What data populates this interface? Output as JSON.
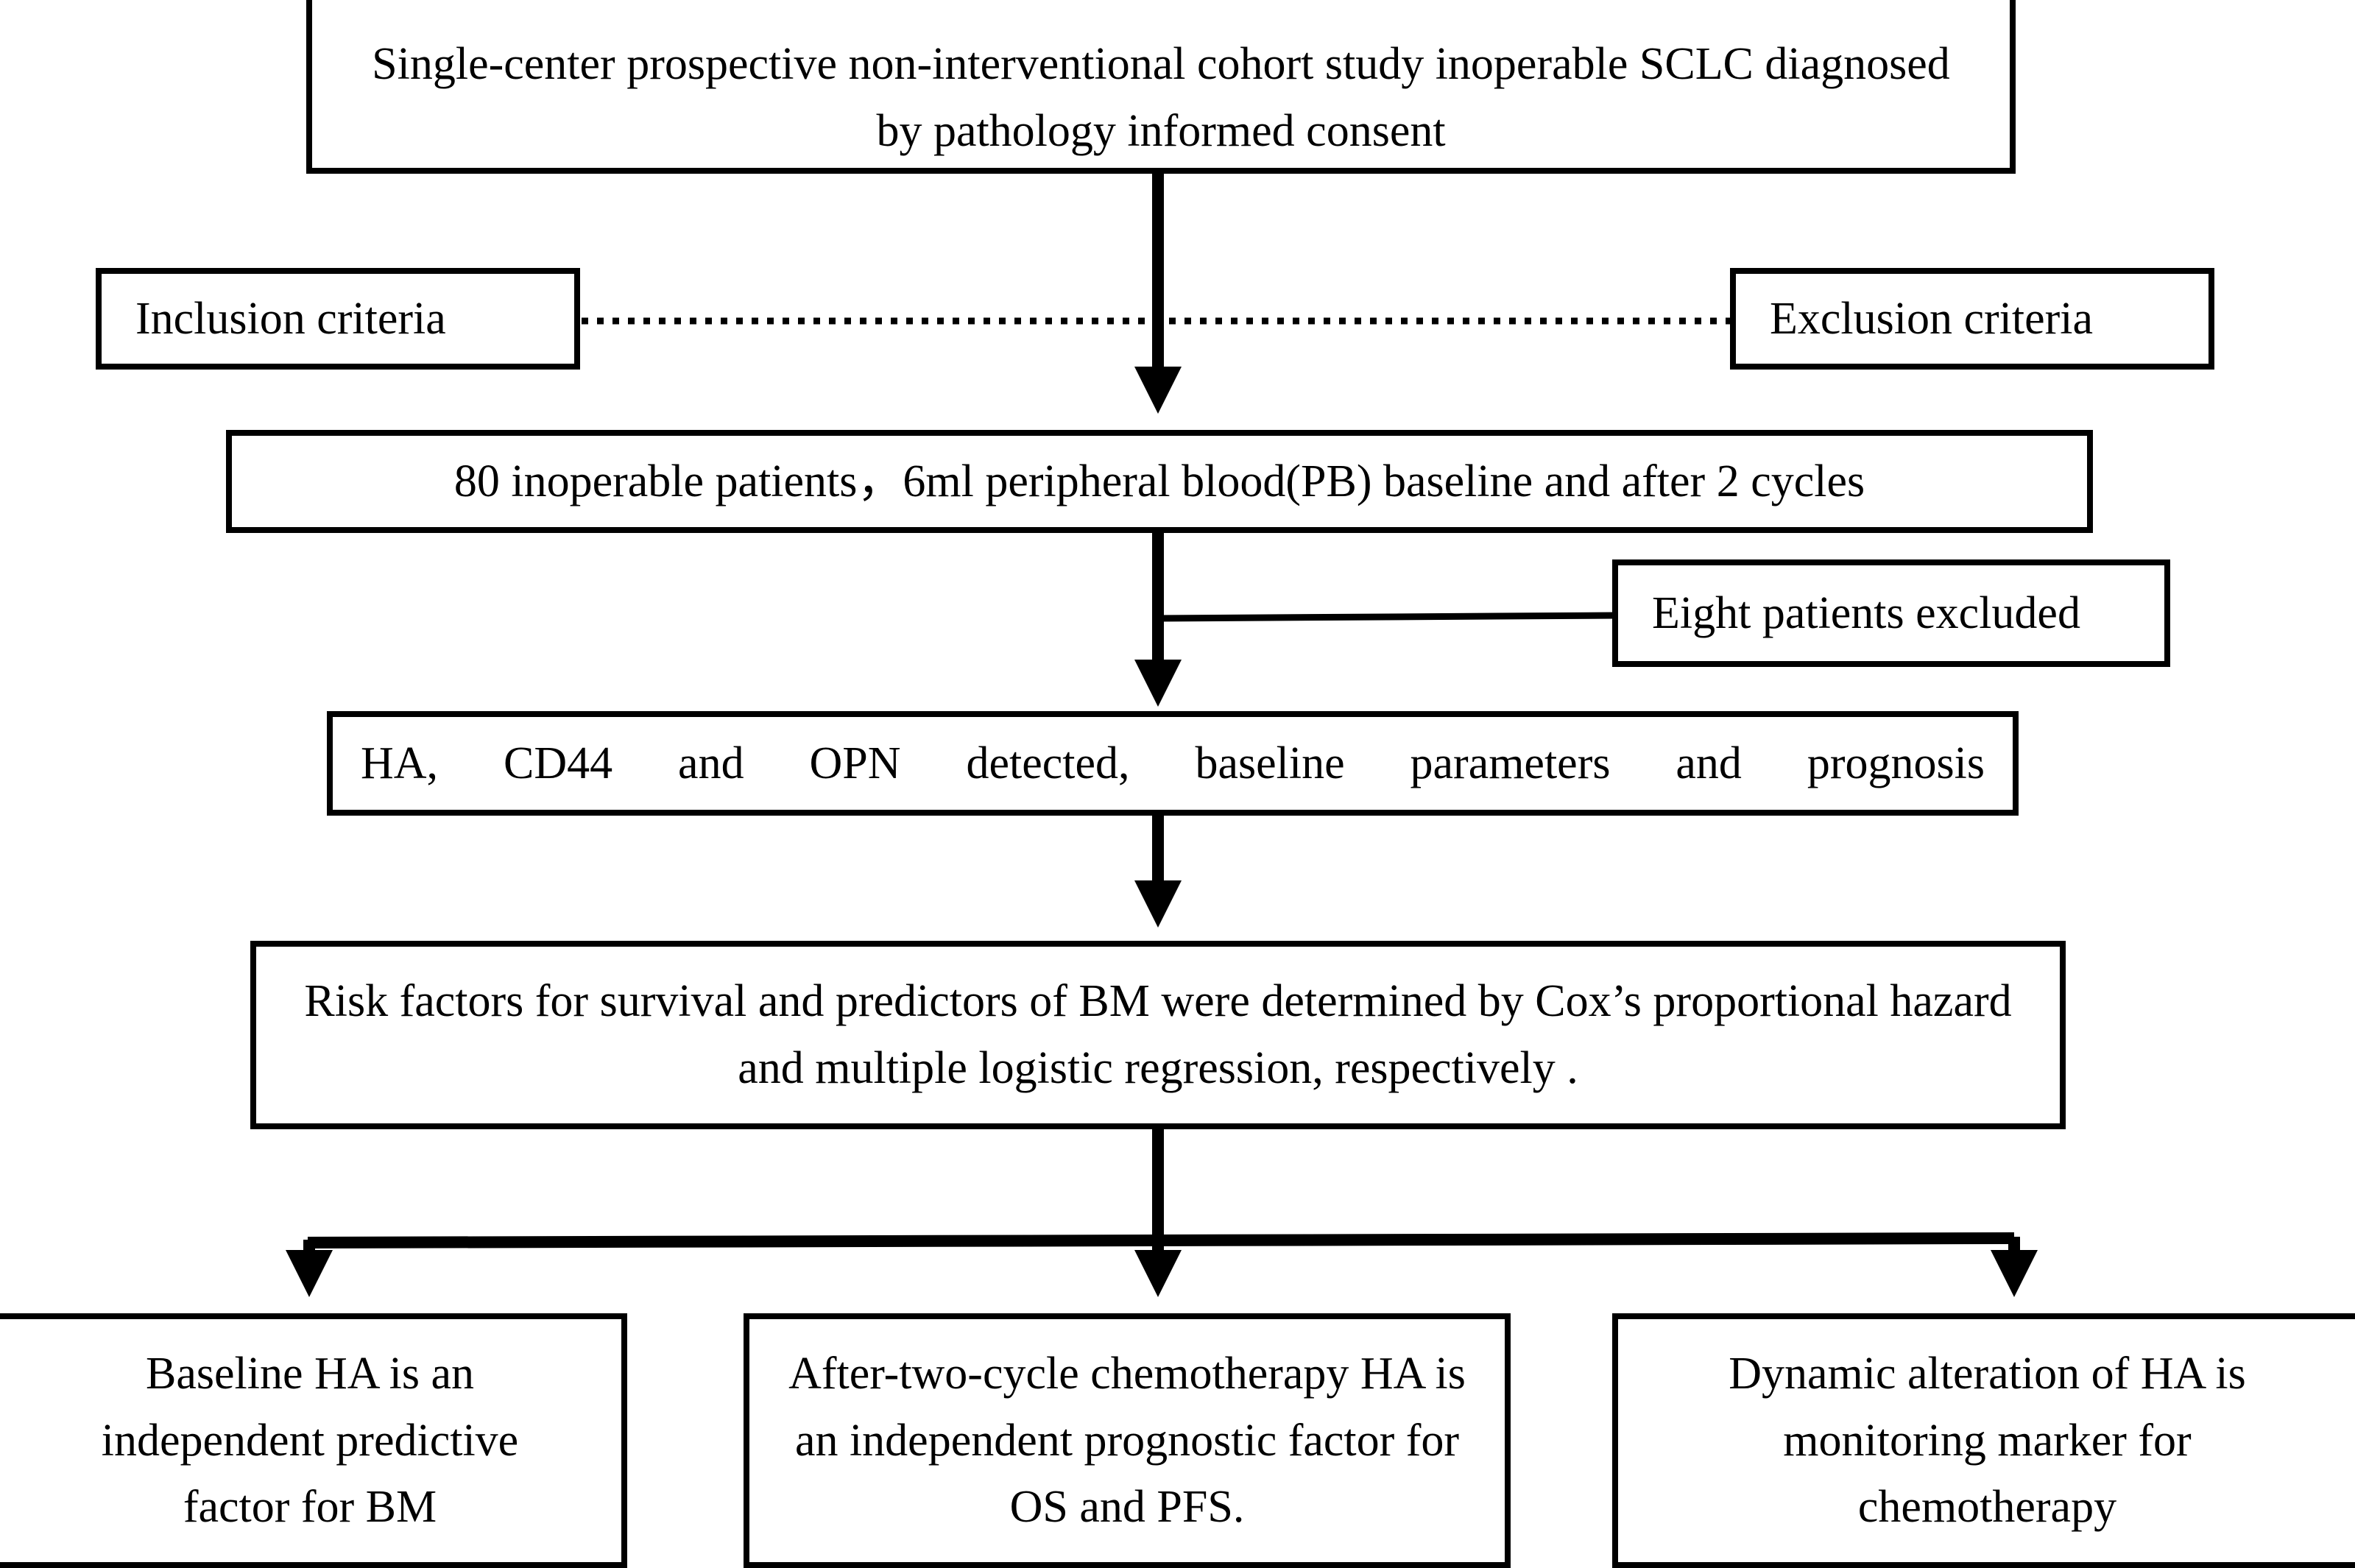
{
  "study_design": "Single-center prospective non-interventional cohort study inoperable SCLC diagnosed by pathology informed consent",
  "inclusion": "Inclusion criteria",
  "exclusion": "Exclusion criteria",
  "enrollment": "80 inoperable patients，6ml peripheral blood(PB) baseline and after 2 cycles",
  "excluded": "Eight patients excluded",
  "detection": "HA, CD44 and OPN detected, baseline parameters and prognosis",
  "analysis": "Risk factors for survival and predictors of BM were determined by Cox’s proportional hazard and multiple logistic regression, respectively .",
  "outcomes": {
    "predictive": "Baseline HA is an independent predictive factor for BM",
    "prognostic": "After-two-cycle chemotherapy HA is an independent prognostic factor for OS and PFS.",
    "monitoring": "Dynamic alteration of HA is monitoring marker for chemotherapy"
  },
  "colors": {
    "line": "#000000",
    "background": "#ffffff"
  }
}
